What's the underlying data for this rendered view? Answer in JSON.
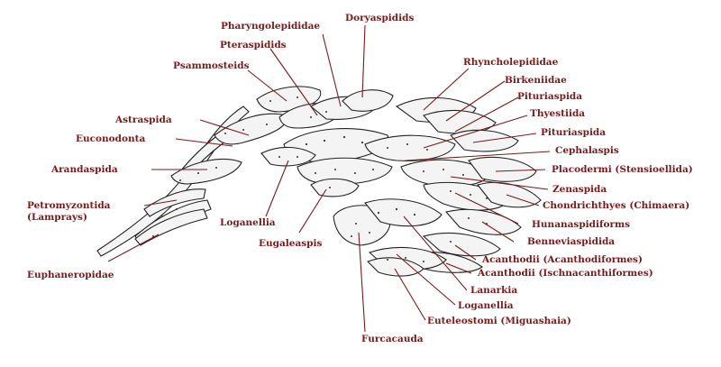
{
  "colors": {
    "label_text": "#7a1a1a",
    "leader_line": "#7a1a1a",
    "fish_outline": "#222222",
    "fish_fill": "#f4f4f4",
    "fish_spots": "#333333"
  },
  "labels": {
    "pharyngolepididae": "Pharyngolepididae",
    "doryaspidids": "Doryaspidids",
    "pteraspidids": "Pteraspidids",
    "psammosteids": "Psammosteids",
    "rhyncholepididae": "Rhyncholepididae",
    "birkeniidae": "Birkeniidae",
    "pituriaspida_1": "Pituriaspida",
    "thyestiida": "Thyestiida",
    "pituriaspida_2": "Pituriaspida",
    "cephalaspis": "Cephalaspis",
    "placodermi": "Placodermi (Stensioellida)",
    "zenaspida": "Zenaspida",
    "chondrichthyes": "Chondrichthyes (Chimaera)",
    "hunanaspidiforms": "Hunanaspidiforms",
    "benneviaspidida": "Benneviaspidida",
    "acanthodii_1": "Acanthodii (Acanthodiformes)",
    "acanthodii_2": "Acanthodii (Ischnacanthiformes)",
    "lanarkia": "Lanarkia",
    "loganellia_2": "Loganellia",
    "euteleostomi": "Euteleostomi (Miguashaia)",
    "furcacauda": "Furcacauda",
    "astraspida": "Astraspida",
    "euconodonta": "Euconodonta",
    "arandaspida": "Arandaspida",
    "petromyzontida_1": "Petromyzontida",
    "petromyzontida_2": "(Lamprays)",
    "euphaneropidae": "Euphaneropidae",
    "loganellia_1": "Loganellia",
    "eugaleaspis": "Eugaleaspis"
  }
}
